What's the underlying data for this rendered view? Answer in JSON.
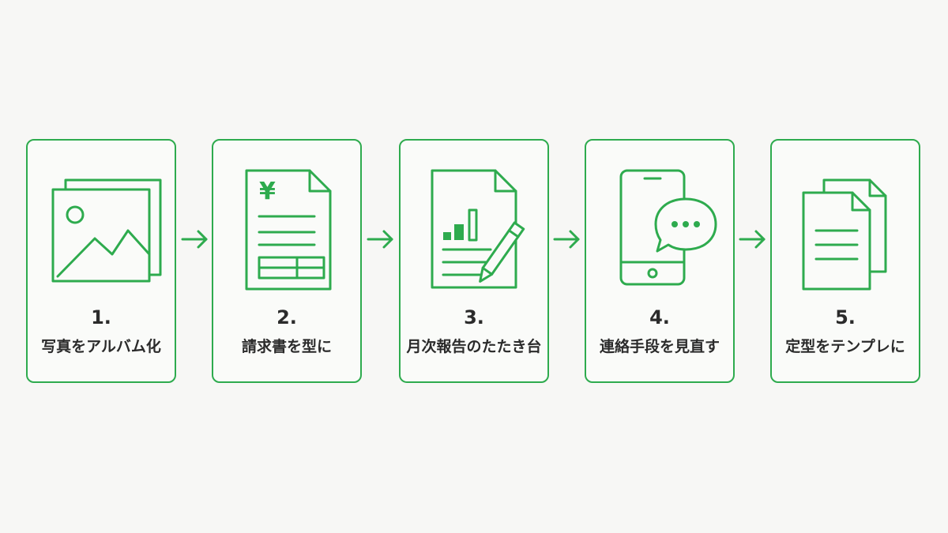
{
  "steps": [
    {
      "number": "1.",
      "label": "写真をアルバム化",
      "icon": "photo-album-icon"
    },
    {
      "number": "2.",
      "label": "請求書を型に",
      "icon": "yen-invoice-icon"
    },
    {
      "number": "3.",
      "label": "月次報告のたたき台",
      "icon": "report-chart-pen-icon"
    },
    {
      "number": "4.",
      "label": "連絡手段を見直す",
      "icon": "smartphone-chat-icon"
    },
    {
      "number": "5.",
      "label": "定型をテンプレに",
      "icon": "template-documents-icon"
    }
  ],
  "invoice_icon_symbol": "¥",
  "colors": {
    "accent": "#2eab4e",
    "background": "#f7f7f5",
    "text": "#2b2b2b"
  }
}
